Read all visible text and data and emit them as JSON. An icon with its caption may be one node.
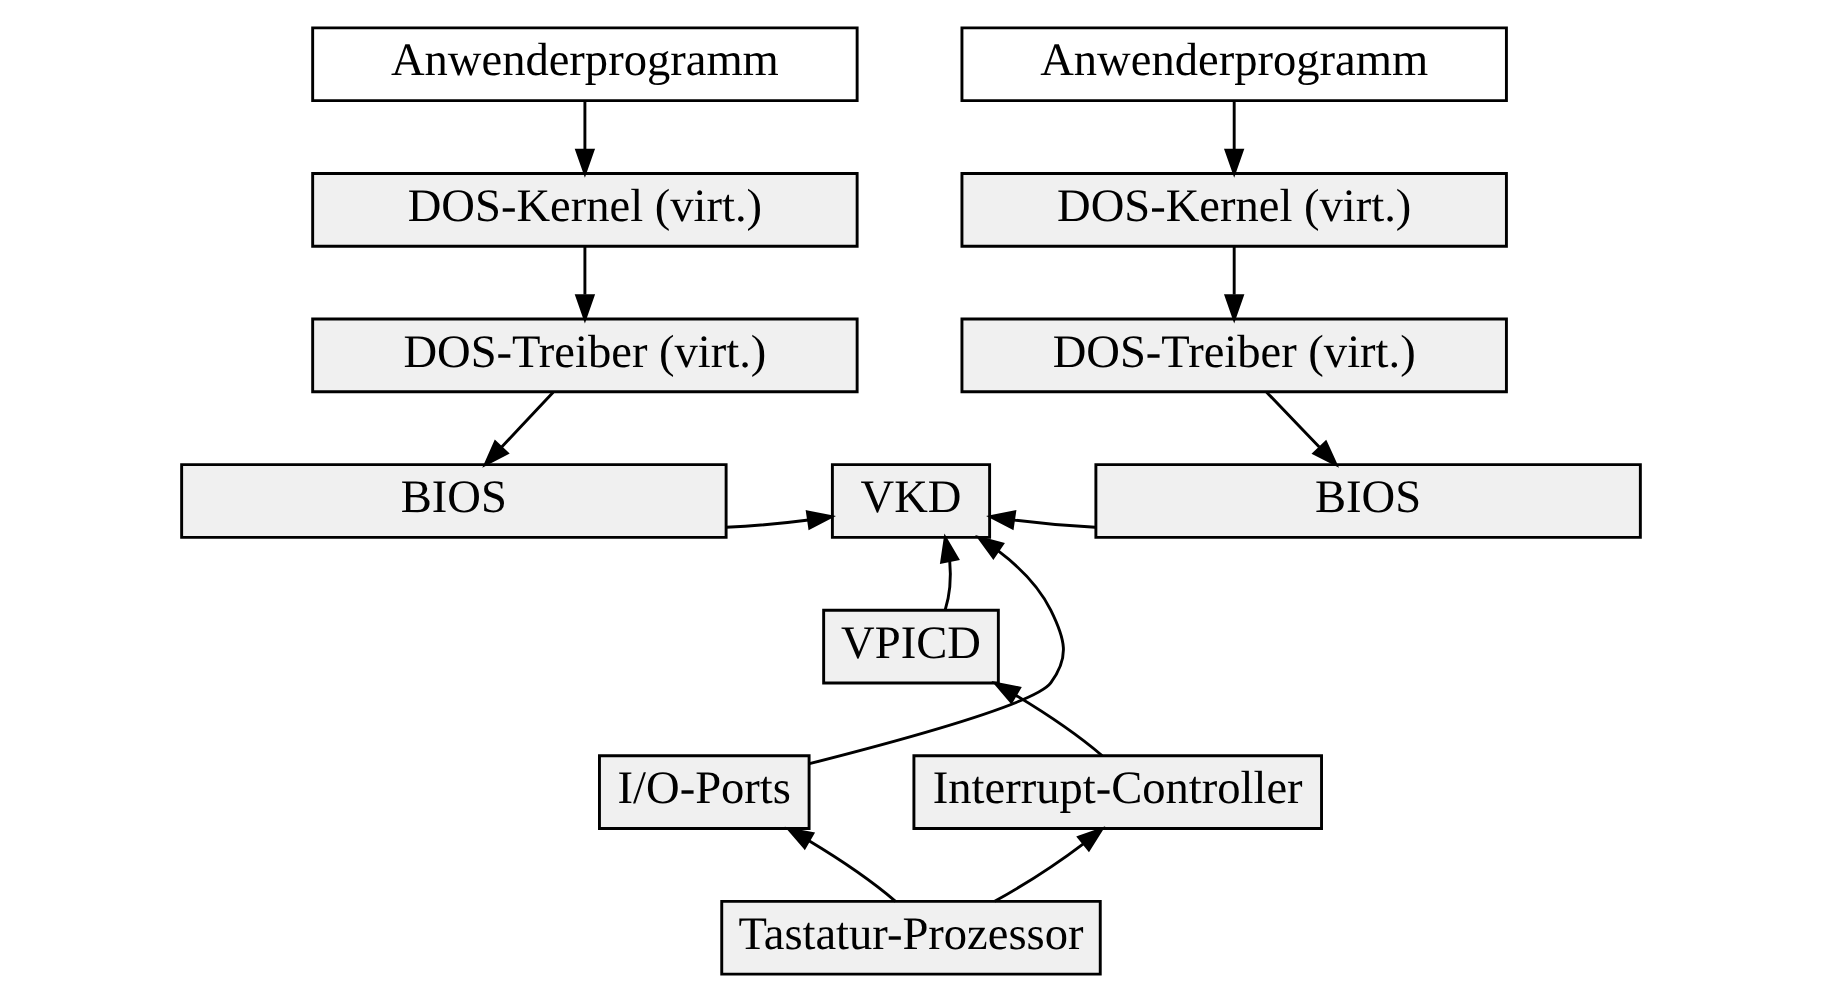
{
  "diagram": {
    "nodes": [
      {
        "text": [
          "Anwenderprogramm"
        ]
      },
      {
        "text": [
          "DOS-Kernel (virt.)"
        ]
      },
      {
        "text": [
          "DOS-Treiber (virt.)"
        ]
      },
      {
        "text": [
          "BIOS"
        ]
      },
      {
        "text": [
          "Anwenderprogramm"
        ]
      },
      {
        "text": [
          "DOS-Kernel (virt.)"
        ]
      },
      {
        "text": [
          "DOS-Treiber (virt.)"
        ]
      },
      {
        "text": [
          "BIOS"
        ]
      },
      {
        "text": [
          "VKD"
        ]
      },
      {
        "text": [
          "VPICD"
        ]
      },
      {
        "text": [
          "I/O-Ports"
        ]
      },
      {
        "text": [
          "Interrupt-Controller"
        ]
      },
      {
        "text": [
          "Tastatur-Prozessor"
        ]
      }
    ],
    "edges": [
      {
        "from": 0,
        "to": 1,
        "arrow": "to"
      },
      {
        "from": 1,
        "to": 2,
        "arrow": "to"
      },
      {
        "from": 2,
        "to": 3,
        "arrow": "to"
      },
      {
        "from": 4,
        "to": 5,
        "arrow": "to"
      },
      {
        "from": 5,
        "to": 6,
        "arrow": "to"
      },
      {
        "from": 6,
        "to": 7,
        "arrow": "to"
      },
      {
        "from": 3,
        "to": 8,
        "arrow": "to"
      },
      {
        "from": 7,
        "to": 8,
        "arrow": "to"
      },
      {
        "from": 9,
        "to": 8,
        "arrow": "to"
      },
      {
        "from": 10,
        "to": 8,
        "arrow": "to"
      },
      {
        "from": 11,
        "to": 9,
        "arrow": "to"
      },
      {
        "from": 12,
        "to": 10,
        "arrow": "to"
      },
      {
        "from": 12,
        "to": 11,
        "arrow": "to"
      }
    ]
  }
}
